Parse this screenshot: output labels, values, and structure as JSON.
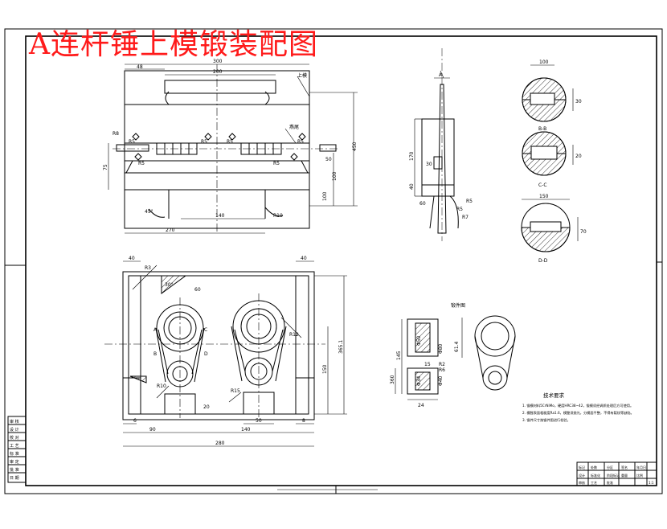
{
  "title": "A连杆锤上模锻装配图",
  "colors": {
    "title": "#ff1a1a",
    "line": "#000000",
    "hatch": "#555555"
  },
  "top_view": {
    "dims": {
      "w1": "48",
      "w2": "200",
      "w3": "300",
      "h_total": "450",
      "h_right": "100",
      "h_lower": "100",
      "h2": "50",
      "left_v": "75",
      "bottom_mid": "140",
      "bottom_total": "270",
      "side_small": "R8",
      "lead_a": "上模",
      "lead_b": "燕尾",
      "ang_a": "45°",
      "ang_b": "R10"
    },
    "labels": {
      "r1": "R5",
      "r2": "R5",
      "r3": "R5",
      "r4": "R5",
      "r5": "R5",
      "r6": "R5"
    }
  },
  "plan_view": {
    "dims": {
      "top_l": "40",
      "top_r": "40",
      "w_left": "90",
      "w_mid": "140",
      "w_total": "280",
      "base_l": "6",
      "base_mid": "50",
      "base_r": "8",
      "h_total": "365.1",
      "h_mid": "150",
      "small": "20",
      "f1": "R3",
      "f2": "R12",
      "f3": "R10",
      "f4": "R15",
      "f5": "30°",
      "f6": "60"
    },
    "markers": {
      "a": "A",
      "b": "B",
      "c": "C",
      "d": "D"
    }
  },
  "side_view": {
    "dims": {
      "a": "170",
      "b": "40",
      "c": "30",
      "d": "60",
      "e": "R5",
      "f": "R7",
      "g": "R5"
    },
    "mark": "A"
  },
  "sections": {
    "s1": {
      "dim1": "100",
      "dim2": "30",
      "label": "B-B"
    },
    "s2": {
      "dim1": "20",
      "label": "C-C"
    },
    "s3": {
      "dim1": "150",
      "dim2": "70",
      "label": "D-D"
    }
  },
  "part": {
    "label": "锻件图",
    "dims": {
      "h1": "145",
      "h2": "360",
      "d1": "Φ80",
      "d2": "Φ50",
      "d3": "Φ40",
      "d4": "Φ34",
      "w1": "24",
      "w2": "61.4",
      "r1": "R6",
      "r2": "R2",
      "t1": "15"
    }
  },
  "notes": {
    "heading": "技术要求",
    "lines": [
      "1. 锻模材料5CrNiMo，硬度HRC38~42，锻模须经调质处理后方可使用。",
      "2. 模膛表面粗糙度Ra1.6，模膛须抛光，分模面平整，不得有裂纹等缺陷。",
      "3. 锻件尺寸按锻件图进行检验。"
    ]
  },
  "side_table": [
    "审 核",
    "设 计",
    "校 对",
    "工 艺",
    "标 准",
    "审 定",
    "批 准",
    "日 期"
  ],
  "title_block": {
    "row1": [
      "标记",
      "处数",
      "分区",
      "签名",
      "年月日"
    ],
    "row2": [
      "设计",
      "标准化",
      "阶段标记",
      "重量",
      "比例"
    ],
    "row3": [
      "审核",
      "工艺",
      "批准"
    ],
    "scale": "1:1"
  }
}
